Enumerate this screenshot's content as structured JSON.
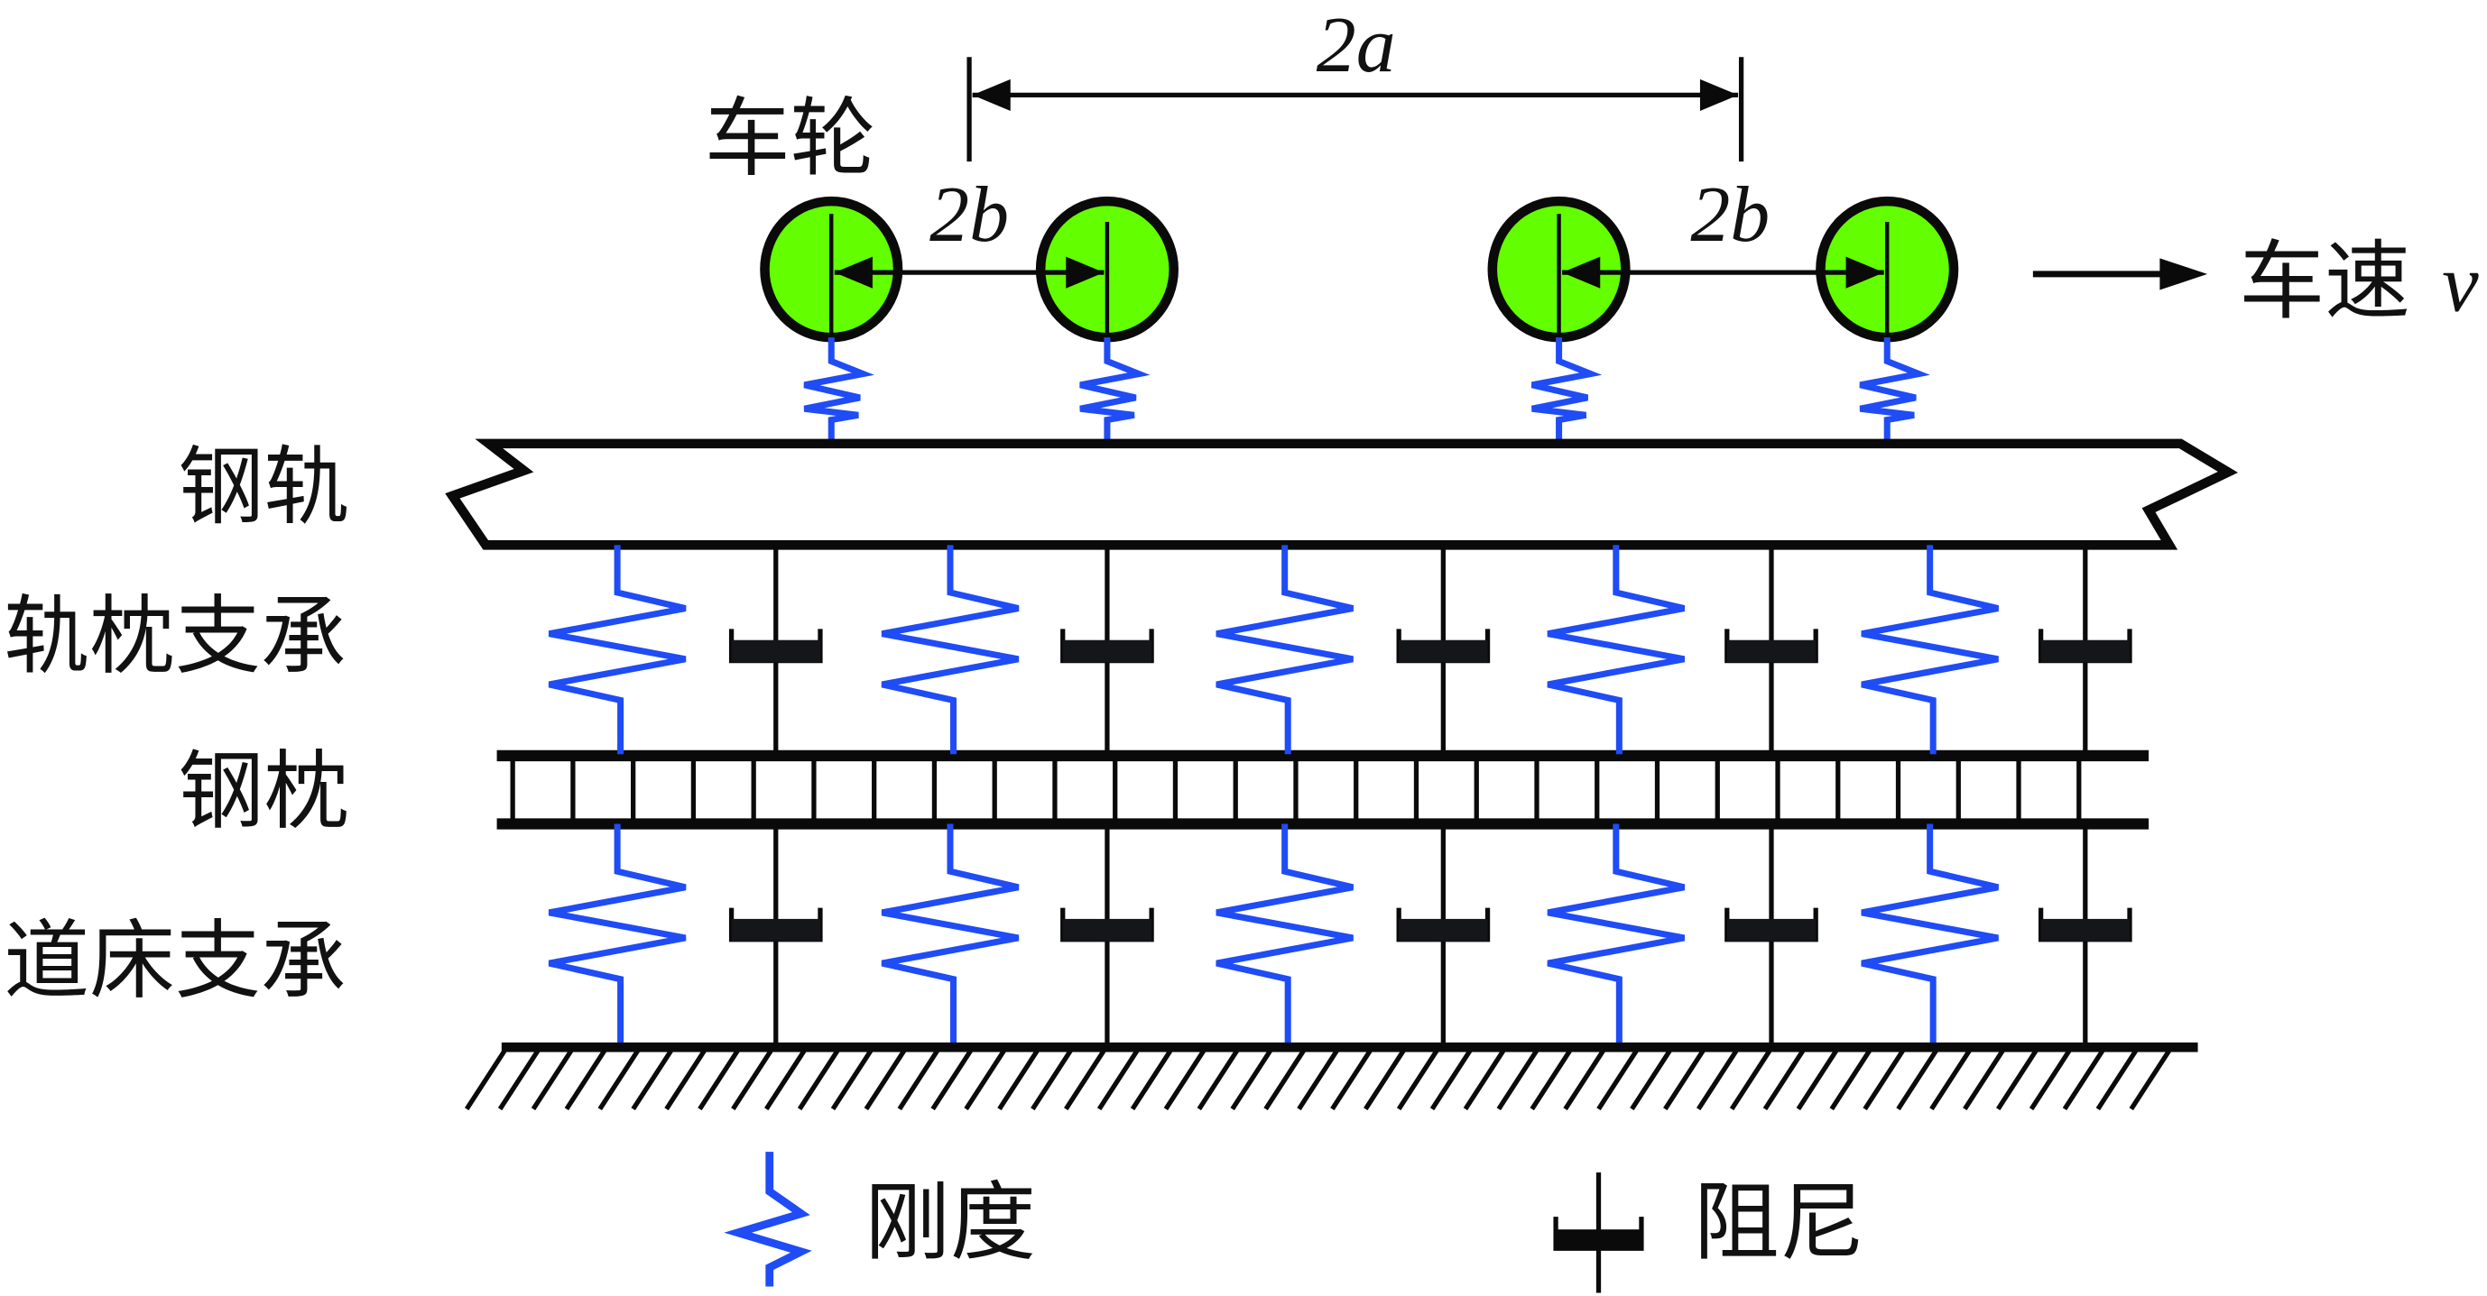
{
  "labels": {
    "wheel": "车轮",
    "rail": "钢轨",
    "rail_sleeper_support": "轨枕支承",
    "steel_sleeper": "钢枕",
    "ballast_support": "道床支承",
    "speed": "车速",
    "speed_symbol": "v",
    "dim_2a": "2a",
    "dim_2b_left": "2b",
    "dim_2b_right": "2b"
  },
  "legend": {
    "stiffness": "刚度",
    "damping": "阻尼"
  },
  "colors": {
    "wheel_fill": "#63ff00",
    "spring": "#1f4cf5",
    "line": "#0a0a0a"
  },
  "model": {
    "wheel_count": 4,
    "support_pairs": 5
  }
}
